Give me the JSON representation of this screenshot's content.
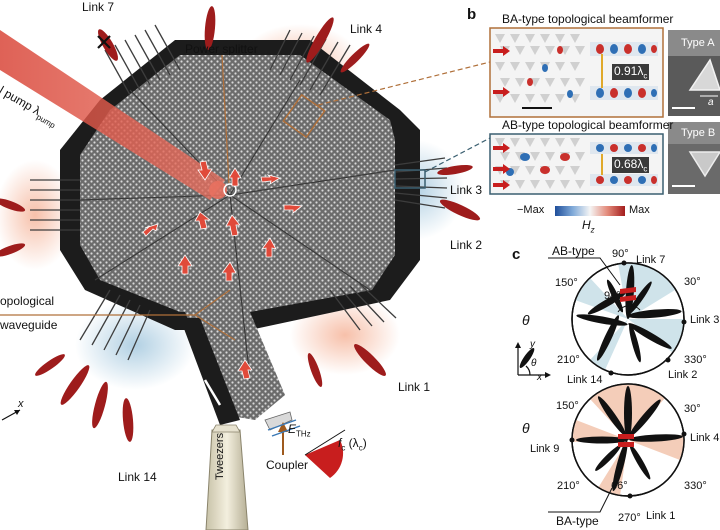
{
  "panel_a": {
    "links": {
      "link7": "Link 7",
      "link4": "Link 4",
      "link3": "Link 3",
      "link2": "Link 2",
      "link1": "Link 1",
      "link14": "Link 14"
    },
    "power_splitter": "Power splitter",
    "pump_label": "al pump λ",
    "pump_sub": "pump",
    "waveguide_label_1": "opological",
    "waveguide_label_2": "waveguide",
    "e_thz": "E",
    "e_thz_sub": "THz",
    "fc_label": "f",
    "fc_sub": "c",
    "fc_paren": " (λ",
    "fc_paren_sub": "c",
    "fc_close": ")",
    "coupler": "Coupler",
    "tweezers": "Tweezers",
    "axis_x": "x"
  },
  "panel_b": {
    "letter": "b",
    "ba_title": "BA-type topological beamformer",
    "ab_title": "AB-type topological beamformer",
    "ba_spacing": "0.91λ",
    "ba_spacing_sub": "c",
    "ab_spacing": "0.68λ",
    "ab_spacing_sub": "c",
    "type_a": "Type A",
    "type_b": "Type B",
    "a_label": "a",
    "colorbar_min": "−Max",
    "colorbar_max": "Max",
    "colorbar_field": "H",
    "colorbar_field_sub": "z"
  },
  "panel_c": {
    "letter": "c",
    "theta": "θ",
    "top": {
      "type_label": "AB-type",
      "angles": {
        "a90": "90°",
        "a30": "30°",
        "a150": "150°",
        "a210": "210°",
        "a330": "330°"
      },
      "angle_marker": "94°",
      "links": {
        "link7": "Link 7",
        "link3": "Link 3",
        "link2": "Link 2",
        "link14": "Link 14"
      }
    },
    "bottom": {
      "type_label": "BA-type",
      "angles": {
        "a150": "150°",
        "a30": "30°",
        "a210": "210°",
        "a330": "330°",
        "a270": "270°"
      },
      "angle_marker": "66°",
      "links": {
        "link4": "Link 4",
        "link9": "Link 9",
        "link1": "Link 1"
      }
    },
    "axes": {
      "x": "x",
      "y": "y",
      "theta": "θ"
    }
  },
  "colors": {
    "lattice": "#5a5a5a",
    "dark_frame": "#1c1c1c",
    "beam_red": "#9e1c1c",
    "pump_red": "#d9473a",
    "arrow_red": "#e04a3a",
    "ab_sector": "#cfe3ea",
    "ba_sector": "#f4cdb9",
    "copper": "#b0703a",
    "field_blue": "#2f6fb5",
    "field_red": "#c9302c"
  }
}
